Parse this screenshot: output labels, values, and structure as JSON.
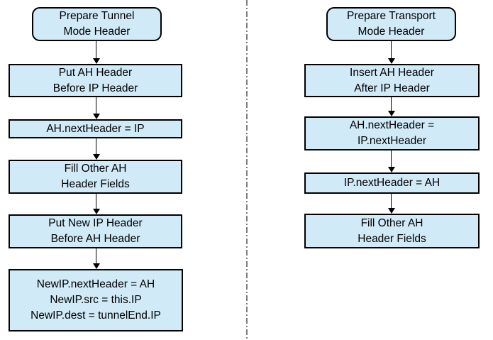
{
  "title": "AH Header Preparation Flowchart",
  "colors": {
    "box_fill": "#d0eaf8",
    "box_border": "#000000",
    "divider": "#808080",
    "arrow": "#000000",
    "background": "#ffffff"
  },
  "tunnel_flow": {
    "start": "Prepare Tunnel\nMode Header",
    "steps": [
      "Put AH Header\nBefore IP Header",
      "AH.nextHeader = IP",
      "Fill Other AH\nHeader Fields",
      "Put New IP Header\nBefore AH Header",
      "NewIP.nextHeader = AH\nNewIP.src = this.IP\nNewIP.dest = tunnelEnd.IP"
    ]
  },
  "transport_flow": {
    "start": "Prepare Transport\nMode Header",
    "steps": [
      "Insert AH Header\nAfter IP Header",
      "AH.nextHeader =\nIP.nextHeader",
      "IP.nextHeader = AH",
      "Fill Other AH\nHeader Fields"
    ]
  }
}
